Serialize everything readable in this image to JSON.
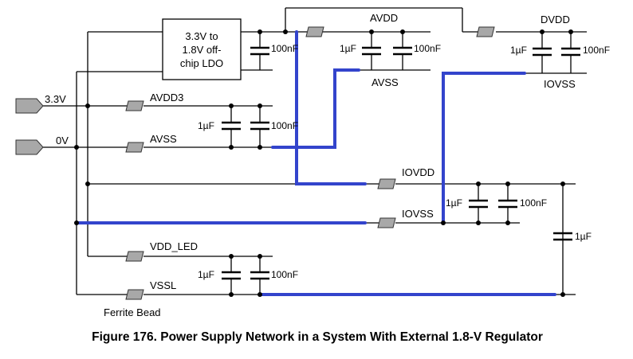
{
  "labels": {
    "ldo_line1": "3.3V to",
    "ldo_line2": "1.8V off-",
    "ldo_line3": "chip LDO",
    "input_33v": "3.3V",
    "input_0v": "0V",
    "avdd3": "AVDD3",
    "avss_left": "AVSS",
    "avdd": "AVDD",
    "avss_top": "AVSS",
    "dvdd": "DVDD",
    "iovss_top": "IOVSS",
    "iovdd": "IOVDD",
    "iovss_mid": "IOVSS",
    "vdd_led": "VDD_LED",
    "vssl": "VSSL",
    "ferrite_bead": "Ferrite Bead"
  },
  "capacitors": {
    "ldo_100nf": "100nF",
    "avdd_1uf": "1µF",
    "avdd_100nf": "100nF",
    "dvdd_1uf": "1µF",
    "dvdd_100nf": "100nF",
    "avdd3_1uf": "1µF",
    "avdd3_100nf": "100nF",
    "io_1uf": "1µF",
    "io_100nf": "100nF",
    "bulk_1uf": "1µF",
    "led_1uf": "1µF",
    "led_100nf": "100nF"
  },
  "caption": "Figure 176.  Power Supply Network in a System With External 1.8-V Regulator",
  "colors": {
    "ground_net": "#3344cc",
    "wire": "#000000",
    "ferrite_bead_fill": "#a8a8a8"
  }
}
